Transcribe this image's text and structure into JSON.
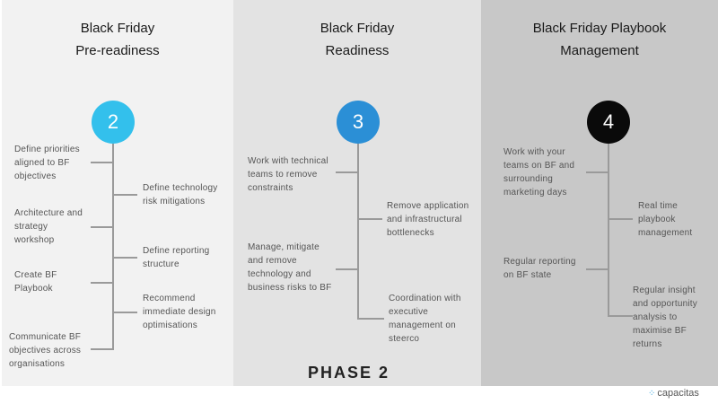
{
  "phase_label": "PHASE 2",
  "logo_text": "capacitas",
  "columns": [
    {
      "title_line1": "Black Friday",
      "title_line2": "Pre-readiness",
      "number": "2",
      "circle_color": "#33c0ec",
      "items": [
        {
          "lines": [
            "Define priorities",
            "aligned to BF",
            "objectives"
          ]
        },
        {
          "lines": [
            "Define technology",
            "risk mitigations"
          ]
        },
        {
          "lines": [
            "Architecture and",
            "strategy",
            "workshop"
          ]
        },
        {
          "lines": [
            "Define reporting",
            "structure"
          ]
        },
        {
          "lines": [
            "Create BF",
            "Playbook"
          ]
        },
        {
          "lines": [
            "Recommend",
            "immediate design",
            "optimisations"
          ]
        },
        {
          "lines": [
            "Communicate BF",
            "objectives across",
            "organisations"
          ]
        }
      ]
    },
    {
      "title_line1": "Black Friday",
      "title_line2": "Readiness",
      "number": "3",
      "circle_color": "#2b8fd6",
      "items": [
        {
          "lines": [
            "Work with technical",
            "teams to remove",
            "constraints"
          ]
        },
        {
          "lines": [
            "Remove application",
            "and infrastructural",
            "bottlenecks"
          ]
        },
        {
          "lines": [
            "Manage, mitigate",
            "and remove",
            "technology and",
            "business risks to BF"
          ]
        },
        {
          "lines": [
            "Coordination with",
            "executive",
            "management on",
            "steerco"
          ]
        }
      ]
    },
    {
      "title_line1": "Black Friday Playbook",
      "title_line2": "Management",
      "number": "4",
      "circle_color": "#0a0a0a",
      "items": [
        {
          "lines": [
            "Work with your",
            "teams on BF and",
            "surrounding",
            "marketing days"
          ]
        },
        {
          "lines": [
            "Real time",
            "playbook",
            "management"
          ]
        },
        {
          "lines": [
            "Regular reporting",
            "on BF state"
          ]
        },
        {
          "lines": [
            "Regular insight",
            "and opportunity",
            "analysis to",
            "maximise BF",
            "returns"
          ]
        }
      ]
    }
  ]
}
